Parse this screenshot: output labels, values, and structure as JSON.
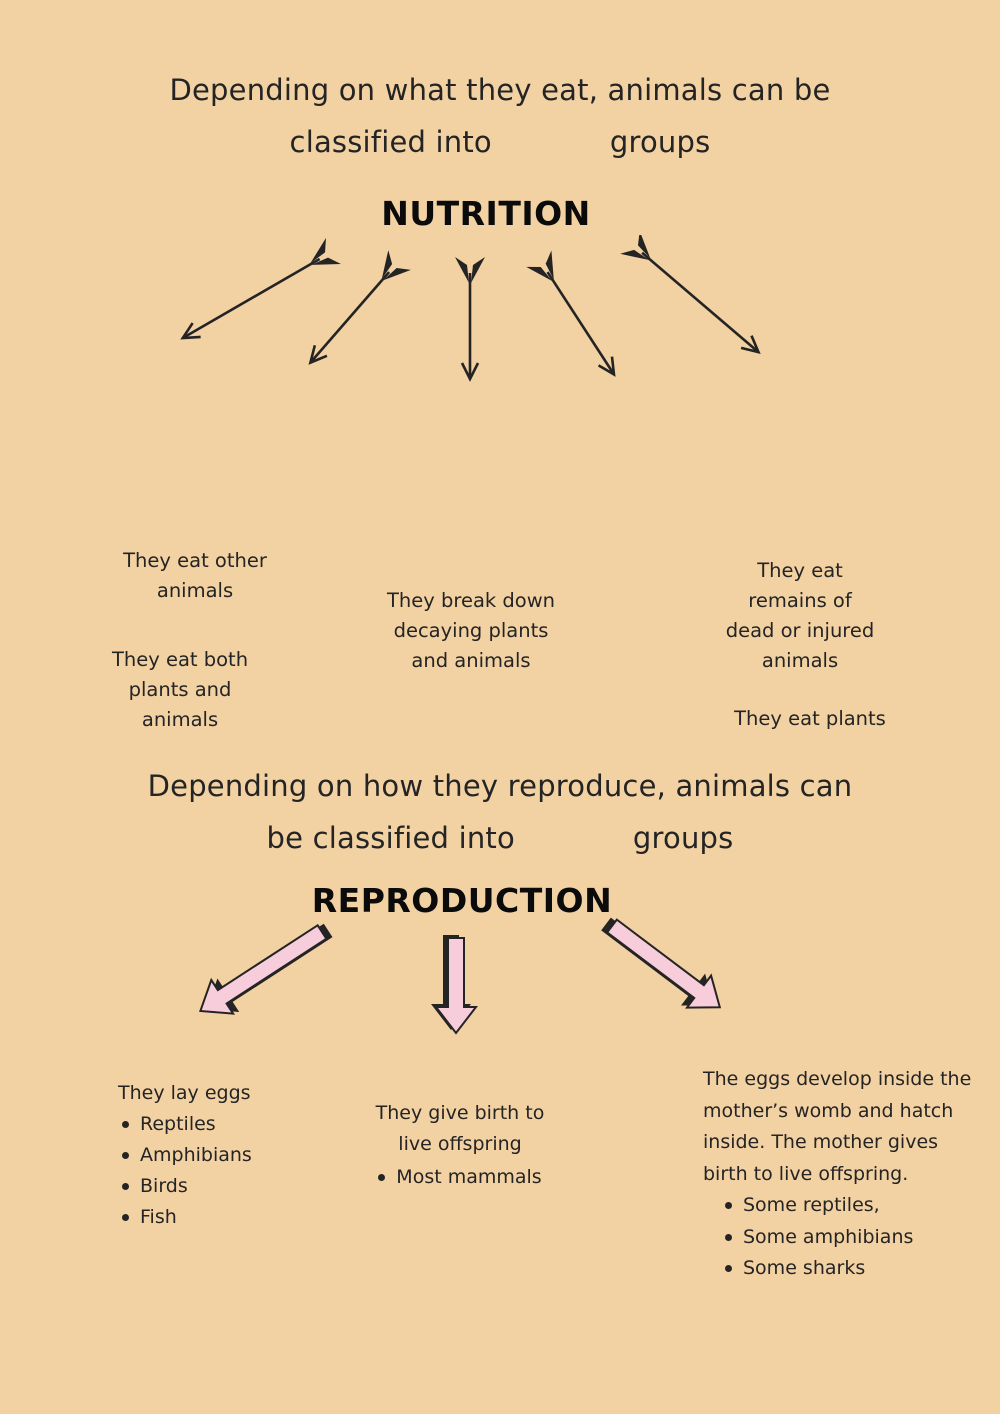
{
  "page": {
    "colors": {
      "background": "#f2d1a3",
      "ink": "#242424",
      "title_ink": "#0b0b0b",
      "pink": "#f8cddb"
    },
    "icons": {
      "nutrition_arrow": "black hand-drawn archery arrow with fletching, pointing down-outward",
      "reproduction_arrow": "pink block arrow with black outline and shadow, pointing down-outward",
      "bullet": "round dot"
    }
  },
  "nutrition": {
    "question_line1": "Depending on what they eat, animals can be",
    "question_line2_before_blank": "classified into",
    "question_line2_after_blank": "groups",
    "title": "NUTRITION",
    "arrow_count": 5,
    "blocks": {
      "carnivores": {
        "lines": [
          "They eat other",
          "animals"
        ]
      },
      "omnivores": {
        "lines": [
          "They eat both",
          "plants and",
          "animals"
        ]
      },
      "decomposers": {
        "lines": [
          "They break down",
          "decaying plants",
          "and animals"
        ]
      },
      "scavengers": {
        "lines": [
          "They eat",
          "remains of",
          "dead or injured",
          "animals"
        ]
      },
      "herbivores": {
        "lines": [
          "They eat plants"
        ]
      }
    }
  },
  "reproduction": {
    "question_line1": "Depending on how they reproduce, animals can",
    "question_line2_before_blank": "be classified into",
    "question_line2_after_blank": "groups",
    "title": "REPRODUCTION",
    "arrow_count": 3,
    "blocks": {
      "oviparous": {
        "title": "They lay eggs",
        "bullets": [
          "Reptiles",
          "Amphibians",
          "Birds",
          "Fish"
        ]
      },
      "viviparous": {
        "lines": [
          "They give birth to",
          "live offspring"
        ],
        "bullets": [
          "Most mammals"
        ]
      },
      "ovoviviparous": {
        "lines": [
          "The eggs develop inside the",
          "mother’s womb and hatch",
          "inside. The mother gives",
          "birth to live offspring."
        ],
        "bullets": [
          "Some reptiles,",
          "Some amphibians",
          "Some sharks"
        ]
      }
    }
  }
}
